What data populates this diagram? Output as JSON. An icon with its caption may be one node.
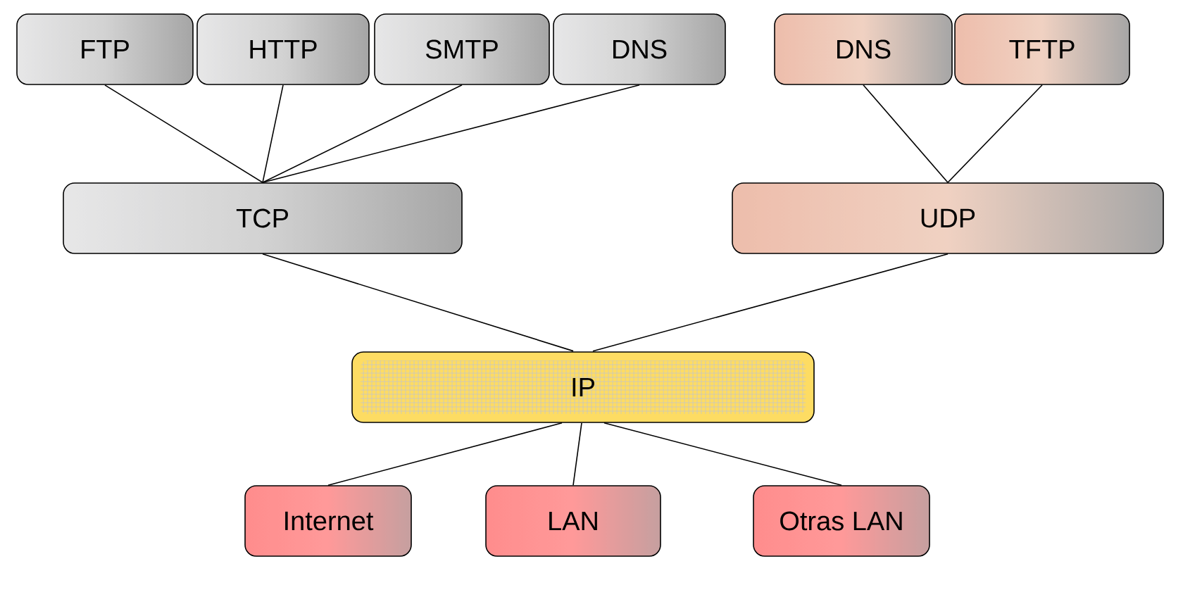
{
  "diagram": {
    "nodes": [
      {
        "text": [
          "FTP"
        ]
      },
      {
        "text": [
          "HTTP"
        ]
      },
      {
        "text": [
          "SMTP"
        ]
      },
      {
        "text": [
          "DNS"
        ]
      },
      {
        "text": [
          "DNS"
        ]
      },
      {
        "text": [
          "TFTP"
        ]
      },
      {
        "text": [
          "TCP"
        ]
      },
      {
        "text": [
          "UDP"
        ]
      },
      {
        "text": [
          "IP"
        ]
      },
      {
        "text": [
          "Internet"
        ]
      },
      {
        "text": [
          "LAN"
        ]
      },
      {
        "text": [
          "Otras LAN"
        ]
      }
    ],
    "edges": [
      {
        "from": 0,
        "to": 6,
        "arrow": "none"
      },
      {
        "from": 1,
        "to": 6,
        "arrow": "none"
      },
      {
        "from": 2,
        "to": 6,
        "arrow": "none"
      },
      {
        "from": 3,
        "to": 6,
        "arrow": "none"
      },
      {
        "from": 4,
        "to": 7,
        "arrow": "none"
      },
      {
        "from": 5,
        "to": 7,
        "arrow": "none"
      },
      {
        "from": 6,
        "to": 8,
        "arrow": "none"
      },
      {
        "from": 7,
        "to": 8,
        "arrow": "none"
      },
      {
        "from": 8,
        "to": 9,
        "arrow": "none"
      },
      {
        "from": 8,
        "to": 10,
        "arrow": "none"
      },
      {
        "from": 8,
        "to": 11,
        "arrow": "none"
      }
    ]
  }
}
